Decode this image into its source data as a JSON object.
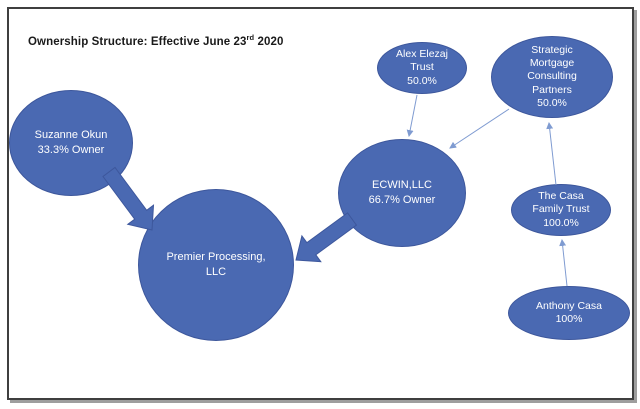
{
  "title": {
    "prefix": "Ownership Structure: Effective June 23",
    "superscript": "rd",
    "suffix": " 2020"
  },
  "colors": {
    "node_fill": "#4a69b2",
    "node_border": "#3d579c",
    "node_text": "#ffffff",
    "connector": "#7f9bd1",
    "frame_border": "#3f3f3f",
    "frame_shadow": "#9e9e9e",
    "title_text": "#1a1a1a"
  },
  "nodes": {
    "suzanne": {
      "lines": [
        "Suzanne Okun",
        "33.3% Owner"
      ]
    },
    "premier": {
      "lines": [
        "Premier Processing,",
        "LLC"
      ]
    },
    "ecwin": {
      "lines": [
        "ECWIN,LLC",
        "66.7% Owner"
      ]
    },
    "alex": {
      "lines": [
        "Alex Elezaj",
        "Trust",
        "50.0%"
      ]
    },
    "strategic": {
      "lines": [
        "Strategic",
        "Mortgage",
        "Consulting",
        "Partners",
        "50.0%"
      ]
    },
    "casa_trust": {
      "lines": [
        "The Casa",
        "Family Trust",
        "100.0%"
      ]
    },
    "anthony": {
      "lines": [
        "Anthony Casa",
        "100%"
      ]
    }
  },
  "edges": [
    {
      "from": "Suzanne Okun",
      "to": "Premier Processing, LLC",
      "style": "block-arrow"
    },
    {
      "from": "ECWIN,LLC",
      "to": "Premier Processing, LLC",
      "style": "block-arrow"
    },
    {
      "from": "Alex Elezaj Trust",
      "to": "ECWIN,LLC",
      "style": "thin-arrow"
    },
    {
      "from": "Strategic Mortgage Consulting Partners",
      "to": "ECWIN,LLC",
      "style": "thin-arrow"
    },
    {
      "from": "The Casa Family Trust",
      "to": "Strategic Mortgage Consulting Partners",
      "style": "thin-arrow"
    },
    {
      "from": "Anthony Casa",
      "to": "The Casa Family Trust",
      "style": "thin-arrow"
    }
  ]
}
